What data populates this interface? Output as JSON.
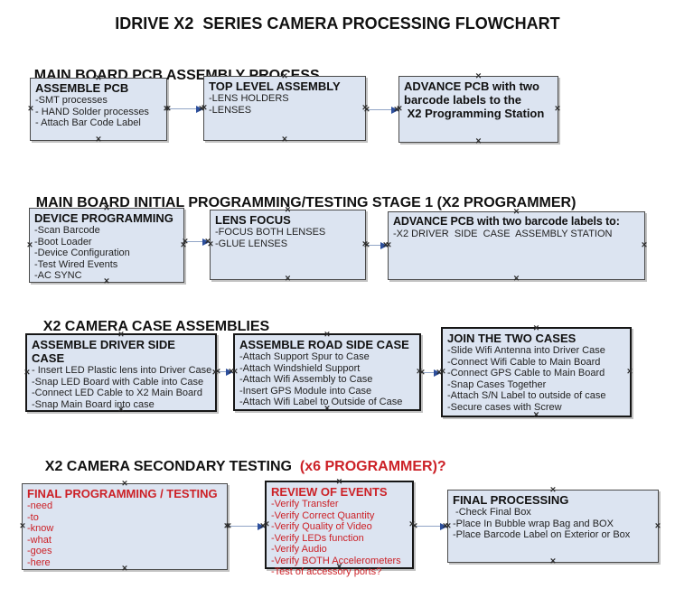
{
  "title": "IDRIVE X2  SERIES CAMERA PROCESSING FLOWCHART",
  "icons": {
    "selection_handle": "×",
    "arrow_head": "►"
  },
  "colors": {
    "box_fill": "#dce4f1",
    "box_border": "#4a4a4a",
    "connector_line": "#91a5c6",
    "arrow_head": "#2d4f9c",
    "red_text": "#cc2127",
    "black_text": "#1a1a1a"
  },
  "sections": [
    {
      "header": "MAIN BOARD PCB ASSEMBLY PROCESS",
      "boxes": [
        {
          "heading": "ASSEMBLE PCB",
          "items": [
            "-SMT processes",
            "- HAND Solder processes",
            "- Attach Bar Code Label"
          ]
        },
        {
          "heading": "TOP LEVEL ASSEMBLY",
          "items": [
            "-LENS HOLDERS",
            "-LENSES"
          ]
        },
        {
          "heading": "ADVANCE PCB with two\nbarcode labels to the\n X2 Programming Station",
          "items": []
        }
      ]
    },
    {
      "header": "MAIN BOARD INITIAL PROGRAMMING/TESTING STAGE 1 (X2 PROGRAMMER)",
      "boxes": [
        {
          "heading": "DEVICE PROGRAMMING",
          "items": [
            "-Scan Barcode",
            "-Boot Loader",
            "-Device Configuration",
            "-Test Wired Events",
            "-AC SYNC"
          ]
        },
        {
          "heading": "LENS FOCUS",
          "items": [
            "-FOCUS BOTH LENSES",
            "-GLUE LENSES"
          ]
        },
        {
          "heading": "ADVANCE PCB with two barcode labels to:",
          "items": [
            "-X2 DRIVER  SIDE  CASE  ASSEMBLY STATION"
          ]
        }
      ]
    },
    {
      "header": "X2 CAMERA CASE ASSEMBLIES",
      "boxes": [
        {
          "heading": "ASSEMBLE DRIVER SIDE CASE",
          "items": [
            "- Insert LED Plastic lens into Driver Case",
            "-Snap LED Board with Cable into Case",
            "-Connect LED Cable to X2 Main Board",
            "-Snap Main Board into case"
          ]
        },
        {
          "heading": "ASSEMBLE ROAD SIDE CASE",
          "items": [
            "-Attach Support Spur to Case",
            "-Attach Windshield Support",
            "-Attach Wifi Assembly to Case",
            "-Insert GPS Module into Case",
            "-Attach Wifi Label to Outside of Case"
          ]
        },
        {
          "heading": "JOIN THE TWO CASES",
          "items": [
            "-Slide Wifi Antenna into Driver Case",
            "-Connect Wifi Cable to Main Board",
            "-Connect GPS Cable to Main Board",
            "-Snap Cases Together",
            "-Attach S/N Label to outside of case",
            "-Secure cases with Screw"
          ]
        }
      ]
    },
    {
      "header": "X2 CAMERA SECONDARY TESTING ",
      "header_suffix": " (x6 PROGRAMMER)?",
      "boxes": [
        {
          "heading": "FINAL PROGRAMMING / TESTING",
          "items": [
            "-need",
            "-to",
            "-know",
            "-what",
            "-goes",
            "-here"
          ]
        },
        {
          "heading": "REVIEW OF EVENTS",
          "items": [
            "-Verify Transfer",
            "-Verify Correct Quantity",
            "-Verify Quality of Video",
            "-Verify LEDs function",
            "-Verify Audio",
            "-Verify BOTH Accelerometers",
            "-Test of accessory ports?"
          ]
        },
        {
          "heading": "FINAL PROCESSING",
          "items": [
            " -Check Final Box",
            "-Place In Bubble wrap Bag and BOX",
            "-Place Barcode Label on Exterior or Box"
          ]
        }
      ]
    }
  ]
}
